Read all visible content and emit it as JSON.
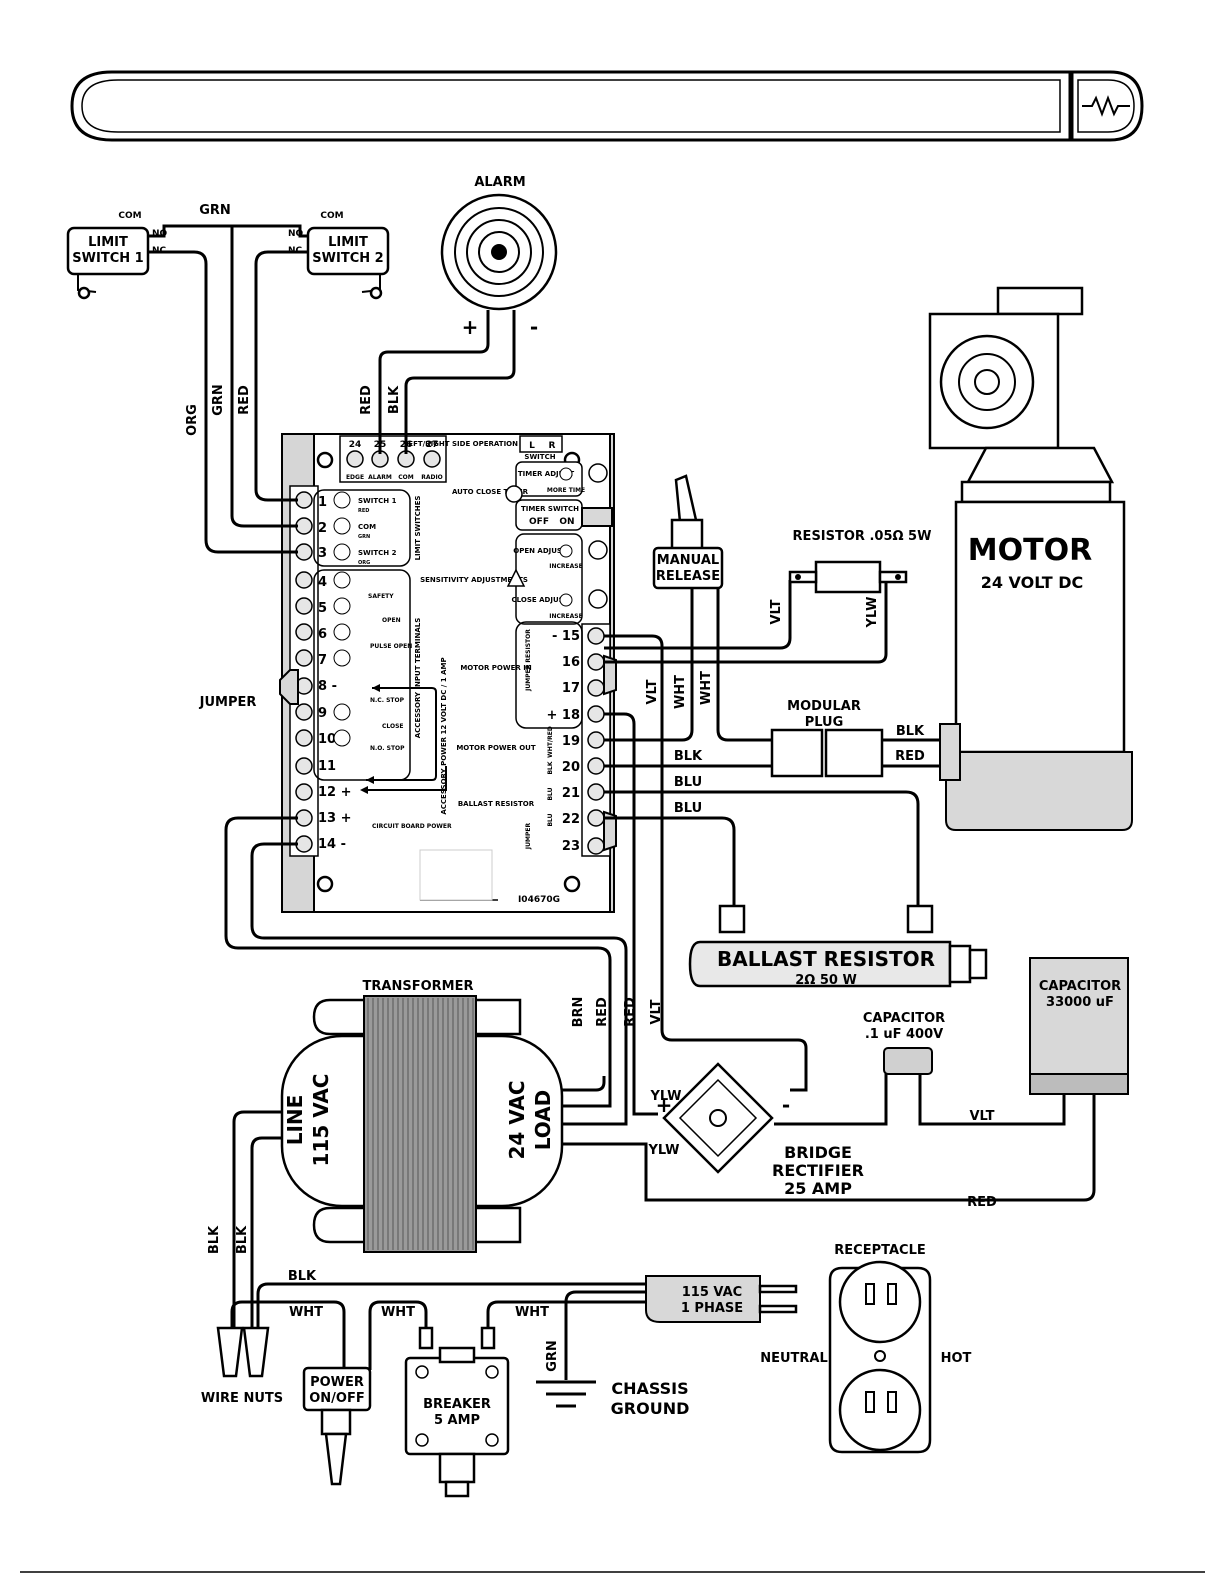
{
  "labels": {
    "alarm": "ALARM",
    "alarm_plus": "+",
    "alarm_minus": "-",
    "limit1_line1": "LIMIT",
    "limit1_line2": "SWITCH 1",
    "limit2_line1": "LIMIT",
    "limit2_line2": "SWITCH 2",
    "com": "COM",
    "no": "NO",
    "nc": "NC",
    "motor": "MOTOR",
    "motor_voltage": "24 VOLT DC",
    "resistor": "RESISTOR .05Ω 5W",
    "manual_release_1": "MANUAL",
    "manual_release_2": "RELEASE",
    "modular_plug_1": "MODULAR",
    "modular_plug_2": "PLUG",
    "jumper": "JUMPER",
    "ballast_resistor": "BALLAST RESISTOR",
    "ballast_value": "2Ω  50 W",
    "transformer": "TRANSFORMER",
    "line_1": "LINE",
    "line_2": "115 VAC",
    "load_1": "24 VAC",
    "load_2": "LOAD",
    "capacitor_small_1": "CAPACITOR",
    "capacitor_small_2": ".1 uF 400V",
    "capacitor_large_1": "CAPACITOR",
    "capacitor_large_2": "33000 uF",
    "bridge_1": "BRIDGE",
    "bridge_2": "RECTIFIER",
    "bridge_3": "25 AMP",
    "receptacle": "RECEPTACLE",
    "neutral": "NEUTRAL",
    "hot": "HOT",
    "plug_1": "115 VAC",
    "plug_2": "1 PHASE",
    "wire_nuts": "WIRE NUTS",
    "power_1": "POWER",
    "power_2": "ON/OFF",
    "breaker_1": "BREAKER",
    "breaker_2": "5 AMP",
    "chassis_1": "CHASSIS",
    "chassis_2": "GROUND",
    "board_code": "I04670G"
  },
  "wire_colors": {
    "grn": "GRN",
    "org": "ORG",
    "red": "RED",
    "blk": "BLK",
    "vlt": "VLT",
    "ylw": "YLW",
    "wht": "WHT",
    "blu": "BLU",
    "brn": "BRN"
  },
  "board": {
    "top_terminals": [
      {
        "num": "24",
        "sub": "EDGE"
      },
      {
        "num": "25",
        "sub": "ALARM"
      },
      {
        "num": "26",
        "sub": "COM"
      },
      {
        "num": "27",
        "sub": "RADIO"
      }
    ],
    "left_terminals": [
      "1",
      "2",
      "3",
      "4",
      "5",
      "6",
      "7",
      "8 -",
      "9",
      "10",
      "11",
      "12 +",
      "13 +",
      "14 -"
    ],
    "right_terminals": [
      "- 15",
      "16",
      "17",
      "+ 18",
      "19",
      "20",
      "21",
      "22",
      "23"
    ],
    "side_operation": "LEFT/RIGHT SIDE OPERATION",
    "side_switch": "SWITCH",
    "side_l": "L",
    "side_r": "R",
    "timer_adjust": "TIMER ADJUST",
    "more_time": "MORE TIME",
    "auto_close": "AUTO CLOSE TIMER",
    "timer_switch": "TIMER SWITCH",
    "off": "OFF",
    "on": "ON",
    "open_adjust": "OPEN ADJUST",
    "close_adjust": "CLOSE ADJUST",
    "increase": "INCREASE",
    "sensitivity": "SENSITIVITY ADJUSTMENTS",
    "switch1": "SWITCH 1",
    "switch1_sub": "RED",
    "com_label": "COM",
    "com_sub": "GRN",
    "switch2": "SWITCH 2",
    "switch2_sub": "ORG",
    "limit_switches": "LIMIT SWITCHES",
    "safety": "SAFETY",
    "open": "OPEN",
    "pulse_open": "PULSE OPEN",
    "nc_stop": "N.C. STOP",
    "close": "CLOSE",
    "no_stop": "N.O. STOP",
    "accessory_input": "ACCESSORY INPUT TERMINALS",
    "accessory_power": "ACCESSORY POWER 12 VOLT DC / 1 AMP",
    "circuit_power": "CIRCUIT BOARD POWER",
    "motor_power_in": "MOTOR POWER IN",
    "motor_power_out": "MOTOR POWER OUT",
    "ballast_res": "BALLAST RESISTOR",
    "jumper_resistor": "JUMPER RESISTOR",
    "jumper": "JUMPER",
    "wht_red": "WHT/RED",
    "blk": "BLK",
    "blu": "BLU"
  }
}
